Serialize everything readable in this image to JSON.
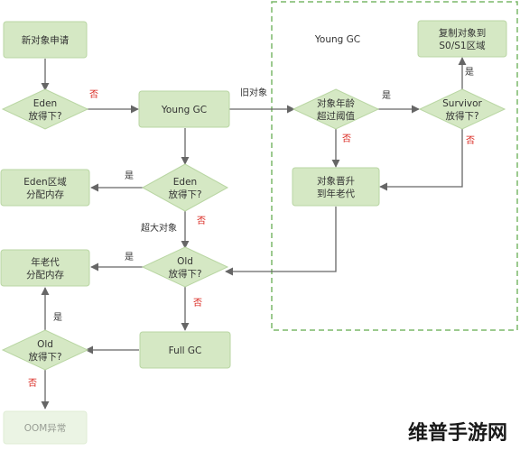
{
  "region": {
    "title": "Young GC"
  },
  "nodes": {
    "new_object": [
      "新对象申请"
    ],
    "eden_fits_1": [
      "Eden",
      "放得下?"
    ],
    "young_gc": [
      "Young GC"
    ],
    "age_check": [
      "对象年龄",
      "超过阈值"
    ],
    "survivor_fits": [
      "Survivor",
      "放得下?"
    ],
    "copy_to_survivor": [
      "复制对象到",
      "S0/S1区域"
    ],
    "eden_alloc": [
      "Eden区域",
      "分配内存"
    ],
    "eden_fits_2": [
      "Eden",
      "放得下?"
    ],
    "promote": [
      "对象晋升",
      "到年老代"
    ],
    "old_alloc": [
      "年老代",
      "分配内存"
    ],
    "old_fits_1": [
      "Old",
      "放得下?"
    ],
    "full_gc": [
      "Full GC"
    ],
    "old_fits_2": [
      "Old",
      "放得下?"
    ],
    "oom": [
      "OOM异常"
    ]
  },
  "edge_labels": {
    "no": "否",
    "yes": "是",
    "old_objects": "旧对象",
    "large_object": "超大对象"
  },
  "watermark": "维普手游网",
  "colors": {
    "node_fill": "#d5e8c4",
    "node_stroke": "#b9d6a3",
    "region_border": "#7cb86a",
    "edge": "#666666",
    "no_label": "#d9241c"
  }
}
